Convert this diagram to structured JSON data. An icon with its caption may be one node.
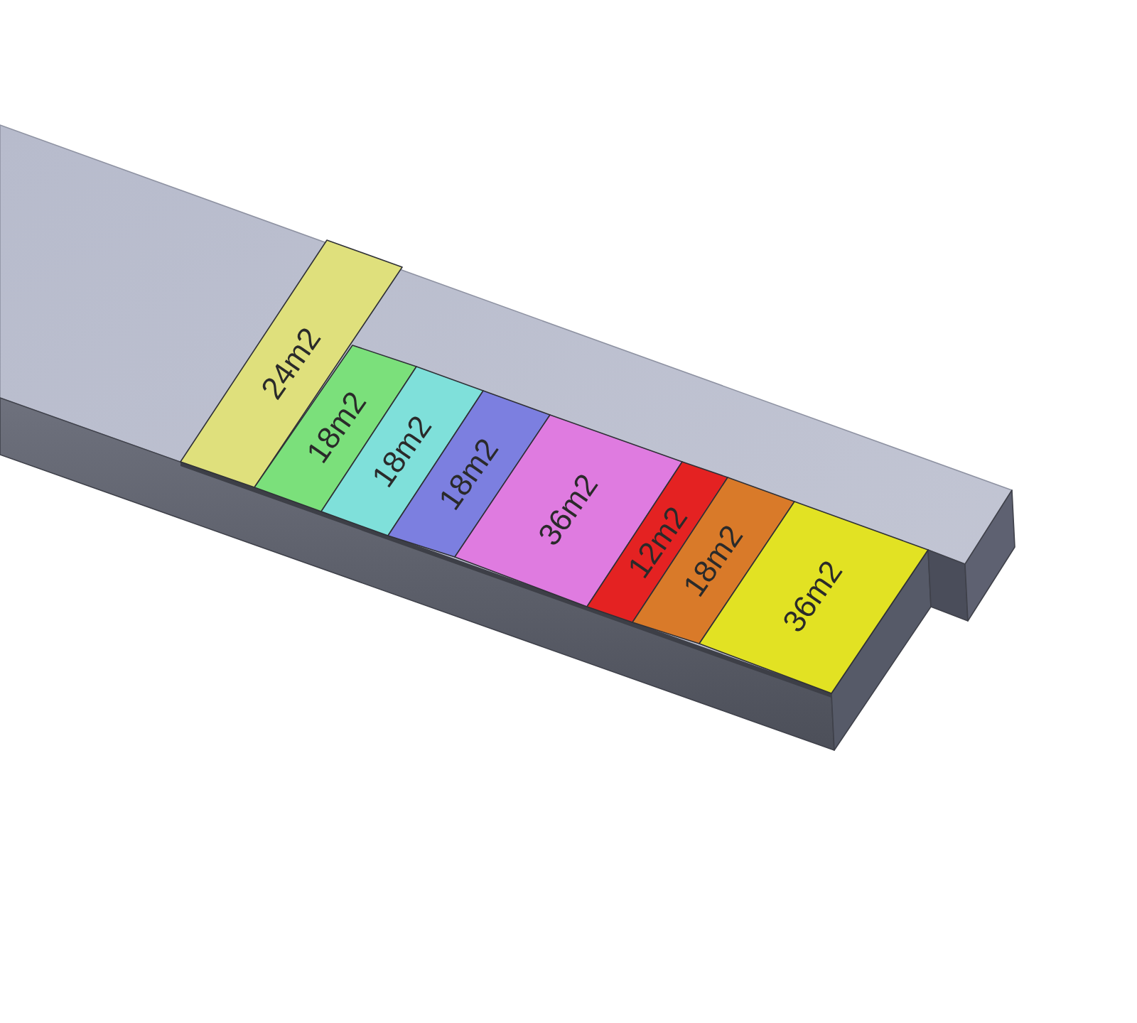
{
  "diagram": {
    "nodes": [
      {
        "text": [
          "24m2"
        ]
      },
      {
        "text": [
          "18m2"
        ]
      },
      {
        "text": [
          "18m2"
        ]
      },
      {
        "text": [
          "18m2"
        ]
      },
      {
        "text": [
          "36m2"
        ]
      },
      {
        "text": [
          "12m2"
        ]
      },
      {
        "text": [
          "18m2"
        ]
      },
      {
        "text": [
          "36m2"
        ]
      }
    ]
  }
}
